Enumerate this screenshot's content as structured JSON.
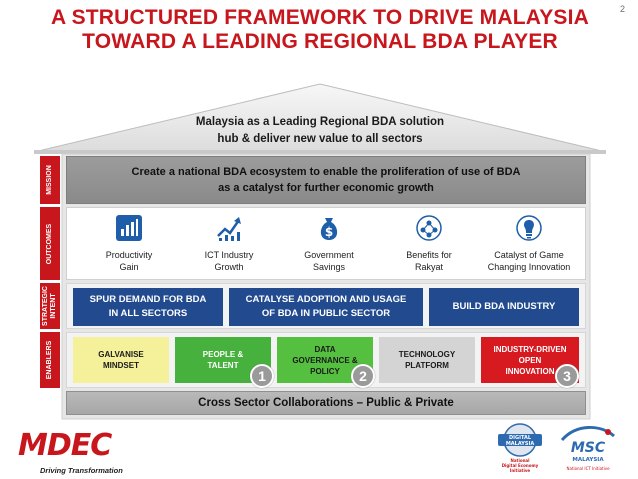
{
  "page_number": "2",
  "title_lines": [
    "A STRUCTURED FRAMEWORK TO DRIVE MALAYSIA",
    "TOWARD A LEADING REGIONAL BDA PLAYER"
  ],
  "vision_lines": [
    "Malaysia as a Leading Regional BDA solution",
    "hub & deliver new value to all sectors"
  ],
  "side_labels": {
    "mission": "MISSION",
    "outcomes": "OUTCOMES",
    "strategic_intent": [
      "STRATEGIC",
      "INTENT"
    ],
    "enablers": "ENABLERS"
  },
  "mission_lines": [
    "Create a national BDA ecosystem to enable the proliferation of use of BDA",
    "as a catalyst for further economic growth"
  ],
  "outcomes": [
    {
      "icon": "productivity-chart-icon",
      "lines": [
        "Productivity",
        "Gain"
      ]
    },
    {
      "icon": "growth-chart-icon",
      "lines": [
        "ICT Industry",
        "Growth"
      ]
    },
    {
      "icon": "money-bag-icon",
      "lines": [
        "Government",
        "Savings"
      ]
    },
    {
      "icon": "people-network-icon",
      "lines": [
        "Benefits for",
        "Rakyat"
      ]
    },
    {
      "icon": "lightbulb-icon",
      "lines": [
        "Catalyst of Game",
        "Changing Innovation"
      ]
    }
  ],
  "strategic_intents": [
    {
      "lines": [
        "SPUR DEMAND FOR BDA",
        "IN ALL SECTORS"
      ]
    },
    {
      "lines": [
        "CATALYSE ADOPTION AND USAGE",
        "OF BDA IN PUBLIC SECTOR"
      ]
    },
    {
      "lines": [
        "BUILD BDA INDUSTRY"
      ]
    }
  ],
  "enablers": [
    {
      "lines": [
        "GALVANISE",
        "MINDSET"
      ],
      "bg": "#f4f19a",
      "fg": "#1a1a1a"
    },
    {
      "lines": [
        "PEOPLE &",
        "TALENT"
      ],
      "bg": "#46b13d",
      "fg": "#ffffff"
    },
    {
      "lines": [
        "DATA",
        "GOVERNANCE &",
        "POLICY"
      ],
      "bg": "#55c040",
      "fg": "#1a1a1a"
    },
    {
      "lines": [
        "TECHNOLOGY",
        "PLATFORM"
      ],
      "bg": "#d4d4d4",
      "fg": "#1a1a1a"
    },
    {
      "lines": [
        "INDUSTRY-DRIVEN",
        "OPEN",
        "INNOVATION"
      ],
      "bg": "#d71920",
      "fg": "#ffffff"
    }
  ],
  "badges": [
    "1",
    "2",
    "3"
  ],
  "base_text": "Cross Sector Collaborations – Public & Private",
  "logos": {
    "mdec": {
      "wordmark": "MDEC",
      "tagline": "Driving Transformation"
    },
    "digital_malaysia": {
      "lines": [
        "DIGITAL",
        "MALAYSIA"
      ],
      "caption": [
        "National",
        "Digital Economy",
        "Initiative"
      ]
    },
    "msc": {
      "wordmark": "MSC",
      "sub": "MALAYSIA",
      "caption": "National ICT Initiative"
    }
  },
  "colors": {
    "brand_red": "#c8161d",
    "intent_blue": "#214a8f",
    "outcome_blue": "#1f5ea8"
  }
}
